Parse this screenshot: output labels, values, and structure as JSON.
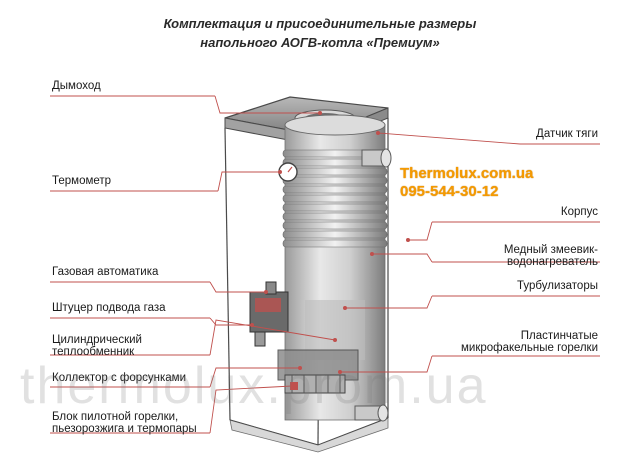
{
  "title": {
    "line1": "Комплектация и присоединительные размеры",
    "line2": "напольного АОГВ-котла «Премиум»"
  },
  "labels_left": {
    "chimney": "Дымоход",
    "thermometer": "Термометр",
    "gas_automatics": "Газовая автоматика",
    "gas_fitting": "Штуцер подвода газа",
    "heat_exchanger": [
      "Цилиндрический",
      "теплообменник"
    ],
    "nozzle_collector": "Коллектор с форсунками",
    "pilot_block": [
      "Блок пилотной горелки,",
      "пьезорозжига и термопары"
    ]
  },
  "labels_right": {
    "draft_sensor": "Датчик тяги",
    "housing": "Корпус",
    "copper_coil": [
      "Медный змеевик-",
      "водонагреватель"
    ],
    "turbulizers": "Турбулизаторы",
    "plate_burners": [
      "Пластинчатые",
      "микрофакельные горелки"
    ]
  },
  "brand": {
    "site": "Thermolux.com.ua",
    "phone": "095-544-30-12",
    "watermark": "thermolux.prom.ua",
    "site_color": "#f59a00"
  },
  "colors": {
    "leader_line": "#c0504d",
    "boiler_frame": "#4a4a4a",
    "underline": "#c0504d"
  }
}
